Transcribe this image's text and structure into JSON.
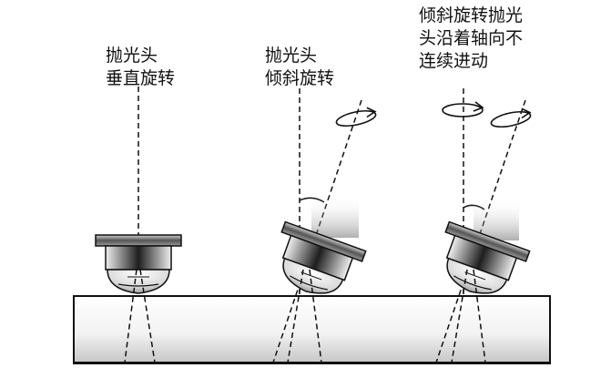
{
  "labels": {
    "vertical": {
      "line1": "抛光头",
      "line2": "垂直旋转"
    },
    "tilted": {
      "line1": "抛光头",
      "line2": "倾斜旋转"
    },
    "tilted_moving": {
      "line1": "倾斜旋转抛光",
      "line2": "头沿着轴向不",
      "line3": "连续进动"
    }
  },
  "colors": {
    "line": "#111111",
    "shaft_top": "#ffffff",
    "shaft_bottom": "#c8c8c8",
    "head_dark": "#2a2a2a"
  },
  "icons": [
    "rotation-arrow-icon"
  ]
}
